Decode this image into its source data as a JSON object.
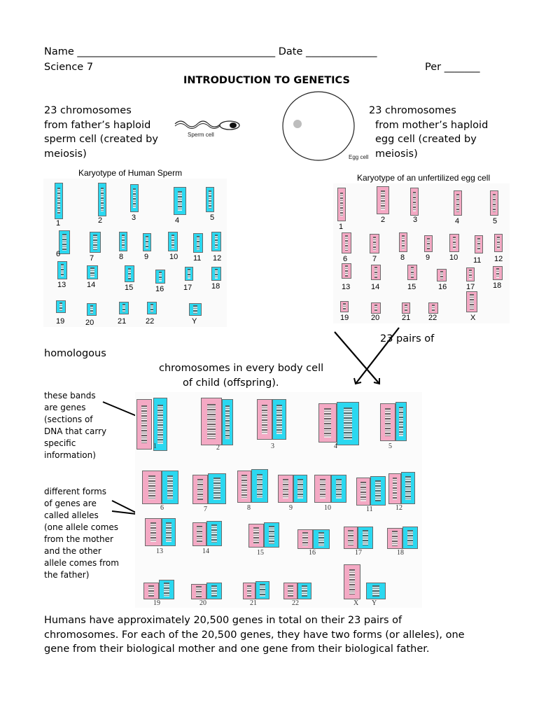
{
  "header": {
    "name_line": "Name _______________________________________ Date ______________",
    "class_label": "Science 7",
    "period_label": "Per _______",
    "title": "INTRODUCTION TO GENETICS"
  },
  "father_text": [
    "23 chromosomes",
    "from father’s haploid",
    "sperm cell (created by",
    "meiosis)"
  ],
  "mother_text": [
    "23 chromosomes",
    "from mother’s haploid",
    "egg cell (created by",
    "meiosis)"
  ],
  "sperm_caption": "Sperm cell",
  "egg_caption": "Egg cell",
  "sperm_karyotype": {
    "title": "Karyotype of Human Sperm",
    "labels": [
      "1",
      "2",
      "3",
      "4",
      "5",
      "6",
      "7",
      "8",
      "9",
      "10",
      "11",
      "12",
      "13",
      "14",
      "15",
      "16",
      "17",
      "18",
      "19",
      "20",
      "21",
      "22",
      "Y"
    ]
  },
  "egg_karyotype": {
    "title": "Karyotype of an unfertilized egg cell",
    "labels": [
      "1",
      "2",
      "3",
      "4",
      "5",
      "6",
      "7",
      "8",
      "9",
      "10",
      "11",
      "12",
      "13",
      "14",
      "15",
      "16",
      "17",
      "18",
      "19",
      "20",
      "21",
      "22",
      "X"
    ]
  },
  "pairs_text": {
    "part1": "23 pairs of",
    "part2": "homologous",
    "part3": "chromosomes in every body cell",
    "part4": "of child (offspring)."
  },
  "bands_note": [
    "these bands",
    "are genes",
    "(sections of",
    "DNA that carry",
    "specific",
    "information)"
  ],
  "alleles_note": [
    "different forms",
    "of genes are",
    "called alleles",
    "(one allele comes",
    "from the mother",
    "and the other",
    "allele comes from",
    "the father)"
  ],
  "child_karyotype": {
    "labels": [
      "1",
      "2",
      "3",
      "4",
      "5",
      "6",
      "7",
      "8",
      "9",
      "10",
      "11",
      "12",
      "13",
      "14",
      "15",
      "16",
      "17",
      "18",
      "19",
      "20",
      "21",
      "22",
      "X",
      "Y"
    ]
  },
  "footer": [
    "Humans have approximately 20,500 genes in total on their 23 pairs of",
    "chromosomes.  For each of the 20,500 genes, they have two forms (or alleles), one",
    "gene from their biological mother and one gene from their biological father."
  ],
  "colors": {
    "paternal": "#2bd8f0",
    "maternal": "#f4a9c4"
  }
}
